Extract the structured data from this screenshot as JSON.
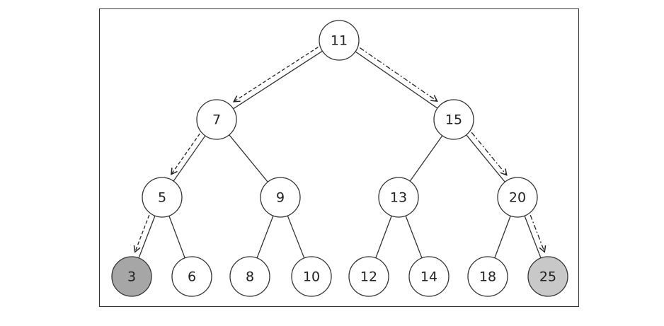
{
  "diagram": {
    "type": "binary-search-tree",
    "nodes": [
      {
        "id": "n11",
        "label": "11",
        "depth": 0,
        "slot": 0,
        "style": "plain"
      },
      {
        "id": "n7",
        "label": "7",
        "depth": 1,
        "slot": 0,
        "style": "plain"
      },
      {
        "id": "n15",
        "label": "15",
        "depth": 1,
        "slot": 1,
        "style": "plain"
      },
      {
        "id": "n5",
        "label": "5",
        "depth": 2,
        "slot": 0,
        "style": "plain"
      },
      {
        "id": "n9",
        "label": "9",
        "depth": 2,
        "slot": 1,
        "style": "plain"
      },
      {
        "id": "n13",
        "label": "13",
        "depth": 2,
        "slot": 2,
        "style": "plain"
      },
      {
        "id": "n20",
        "label": "20",
        "depth": 2,
        "slot": 3,
        "style": "plain"
      },
      {
        "id": "n3",
        "label": "3",
        "depth": 3,
        "slot": 0,
        "style": "min"
      },
      {
        "id": "n6",
        "label": "6",
        "depth": 3,
        "slot": 1,
        "style": "plain"
      },
      {
        "id": "n8",
        "label": "8",
        "depth": 3,
        "slot": 2,
        "style": "plain"
      },
      {
        "id": "n10",
        "label": "10",
        "depth": 3,
        "slot": 3,
        "style": "plain"
      },
      {
        "id": "n12",
        "label": "12",
        "depth": 3,
        "slot": 4,
        "style": "plain"
      },
      {
        "id": "n14",
        "label": "14",
        "depth": 3,
        "slot": 5,
        "style": "plain"
      },
      {
        "id": "n18",
        "label": "18",
        "depth": 3,
        "slot": 6,
        "style": "plain"
      },
      {
        "id": "n25",
        "label": "25",
        "depth": 3,
        "slot": 7,
        "style": "max"
      }
    ],
    "edges": [
      [
        "n11",
        "n7"
      ],
      [
        "n11",
        "n15"
      ],
      [
        "n7",
        "n5"
      ],
      [
        "n7",
        "n9"
      ],
      [
        "n15",
        "n13"
      ],
      [
        "n15",
        "n20"
      ],
      [
        "n5",
        "n3"
      ],
      [
        "n5",
        "n6"
      ],
      [
        "n9",
        "n8"
      ],
      [
        "n9",
        "n10"
      ],
      [
        "n13",
        "n12"
      ],
      [
        "n13",
        "n14"
      ],
      [
        "n20",
        "n18"
      ],
      [
        "n20",
        "n25"
      ]
    ],
    "paths": [
      {
        "id": "path-to-min",
        "line_style": "dashed",
        "side": "left",
        "nodes": [
          "n11",
          "n7",
          "n5",
          "n3"
        ]
      },
      {
        "id": "path-to-max",
        "line_style": "dash-dot",
        "side": "right",
        "nodes": [
          "n11",
          "n15",
          "n20",
          "n25"
        ]
      }
    ],
    "colors": {
      "node_fill": "#ffffff",
      "node_stroke": "#333333",
      "min_fill": "#a6a6a6",
      "max_fill": "#c8c8c8",
      "edge": "#333333",
      "path_arrow": "#222222"
    }
  }
}
